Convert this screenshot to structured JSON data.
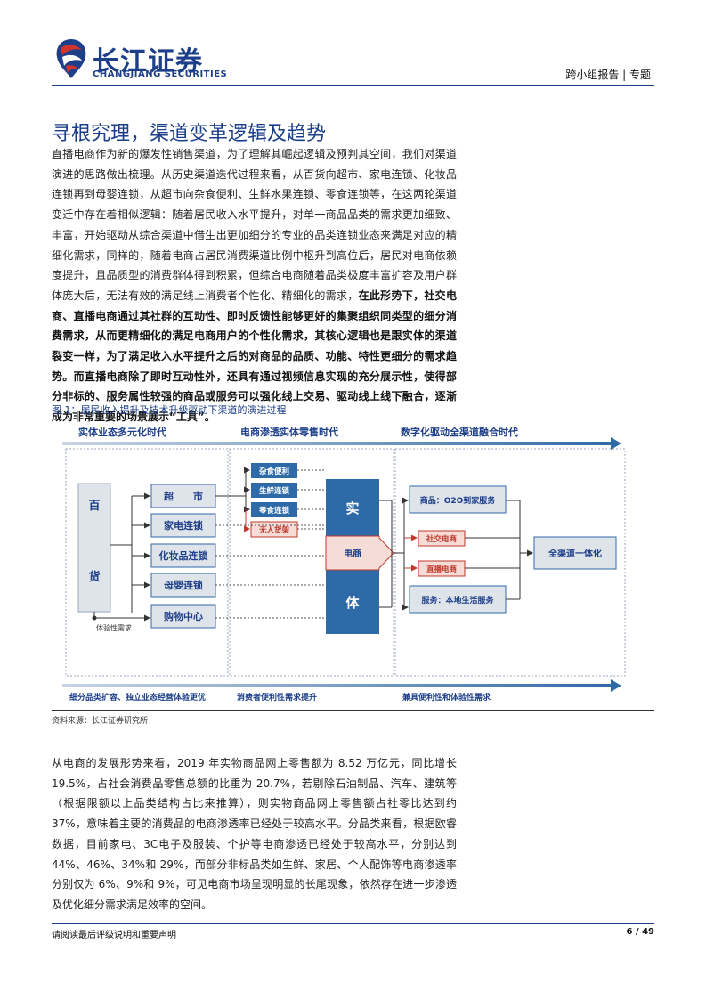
{
  "header": {
    "logo_cn": "长江证券",
    "logo_en": "CHANGJIANG SECURITIES",
    "report_type": "跨小组报告 | 专题"
  },
  "section_title": "寻根究理，渠道变革逻辑及趋势",
  "para1": {
    "normal": "直播电商作为新的爆发性销售渠道，为了理解其崛起逻辑及预判其空间，我们对渠道演进的思路做出梳理。从历史渠道迭代过程来看，从百货向超市、家电连锁、化妆品连锁再到母婴连锁，从超市向杂食便利、生鲜水果连锁、零食连锁等，在这两轮渠道变迁中存在着相似逻辑：随着居民收入水平提升，对单一商品品类的需求更加细致、丰富，开始驱动从综合渠道中借生出更加细分的专业的品类连锁业态来满足对应的精细化需求，同样的，随着电商占居民消费渠道比例中枢升到高位后，居民对电商依赖度提升，且品质型的消费群体得到积累，但综合电商随着品类极度丰富扩容及用户群体庞大后，无法有效的满足线上消费者个性化、精细化的需求，",
    "bold": "在此形势下，社交电商、直播电商通过其社群的互动性、即时反馈性能够更好的集聚组织同类型的细分消费需求，从而更精细化的满足电商用户的个性化需求，其核心逻辑也是跟实体的渠道裂变一样，为了满足收入水平提升之后的对商品的品质、功能、特性更细分的需求趋势。而直播电商除了即时互动性外，还具有通过视频信息实现的充分展示性，使得部分非标的、服务属性较强的商品或服务可以强化线上交易、驱动线上线下融合，逐渐成为非常重要的场景展示“工具”。"
  },
  "figure": {
    "title": "图 1：居民收入提升及技术升级驱动下渠道的演进过程",
    "source": "资料来源：长江证券研究所",
    "eras": [
      "实体业态多元化时代",
      "电商渗透实体零售时代",
      "数字化驱动全渠道融合时代"
    ],
    "bottom_labels": [
      "细分品类扩容、独立业态经营体验更优",
      "消费者便利性需求提升",
      "兼具便利性和体验性需求"
    ],
    "baihuo": [
      "百",
      "货"
    ],
    "experience_label": "体验性需求",
    "chains": [
      "超　　市",
      "家电连锁",
      "化妆品连锁",
      "母婴连锁",
      "购物中心"
    ],
    "small_formats": [
      "杂食便利",
      "生鲜连锁",
      "零食连锁",
      "无人货架"
    ],
    "shiti": [
      "实",
      "体"
    ],
    "dianshang": "电商",
    "right_top": "商品：O2O到家服务",
    "social": "社交电商",
    "live": "直播电商",
    "right_bottom": "服务：本地生活服务",
    "omni": "全渠道一体化"
  },
  "para2": "从电商的发展形势来看，2019 年实物商品网上零售额为 8.52 万亿元，同比增长 19.5%，占社会消费品零售总额的比重为 20.7%，若剔除石油制品、汽车、建筑等（根据限额以上品类结构占比来推算），则实物商品网上零售额占社零比达到约 37%，意味着主要的消费品的电商渗透率已经处于较高水平。分品类来看，根据欧睿数据，目前家电、3C电子及服装、个护等电商渗透已经处于较高水平，分别达到 44%、46%、34%和 29%，而部分非标品类如生鲜、家居、个人配饰等电商渗透率分别仅为 6%、9%和 9%，可见电商市场呈现明显的长尾现象，依然存在进一步渗透及优化细分需求满足效率的空间。",
  "footer": {
    "left": "请阅读最后评级说明和重要声明",
    "page": "6 / 49"
  },
  "colors": {
    "brand_blue": "#1d3f8a",
    "box_blue": "#2f6aa8",
    "box_gray": "#dfe3ea",
    "accent_red": "#c0392b"
  }
}
